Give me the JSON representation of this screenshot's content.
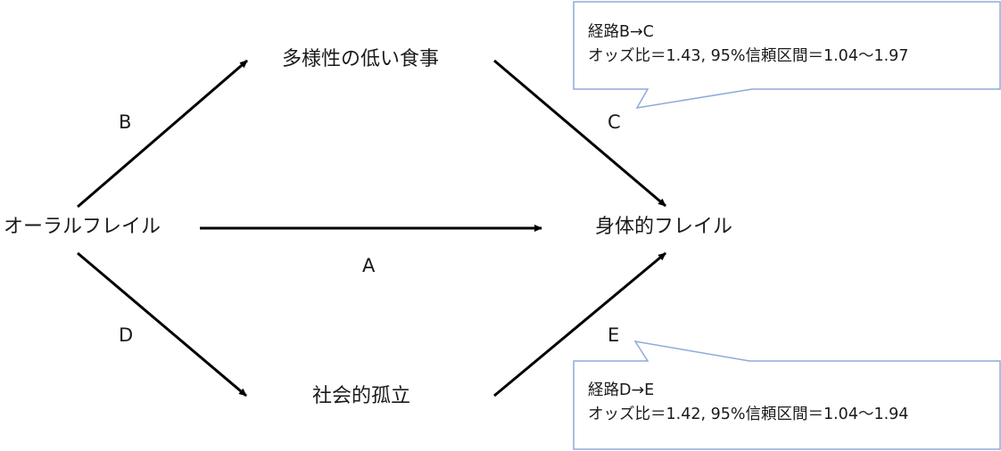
{
  "nodes": {
    "oral_frailty": "オーラルフレイル",
    "low_diversity_diet": "多様性の低い食事",
    "physical_frailty": "身体的フレイル",
    "social_isolation": "社会的孤立"
  },
  "edges": {
    "a": "A",
    "b": "B",
    "c": "C",
    "d": "D",
    "e": "E"
  },
  "callouts": {
    "top": {
      "path": "経路B→C",
      "stats": "オッズ比＝1.43, 95%信頼区間＝1.04〜1.97"
    },
    "bottom": {
      "path": "経路D→E",
      "stats": "オッズ比＝1.42, 95%信頼区間＝1.04〜1.94"
    }
  },
  "colors": {
    "arrow": "#000000",
    "callout_border": "#8eaadb",
    "text": "#1a1a1a"
  }
}
